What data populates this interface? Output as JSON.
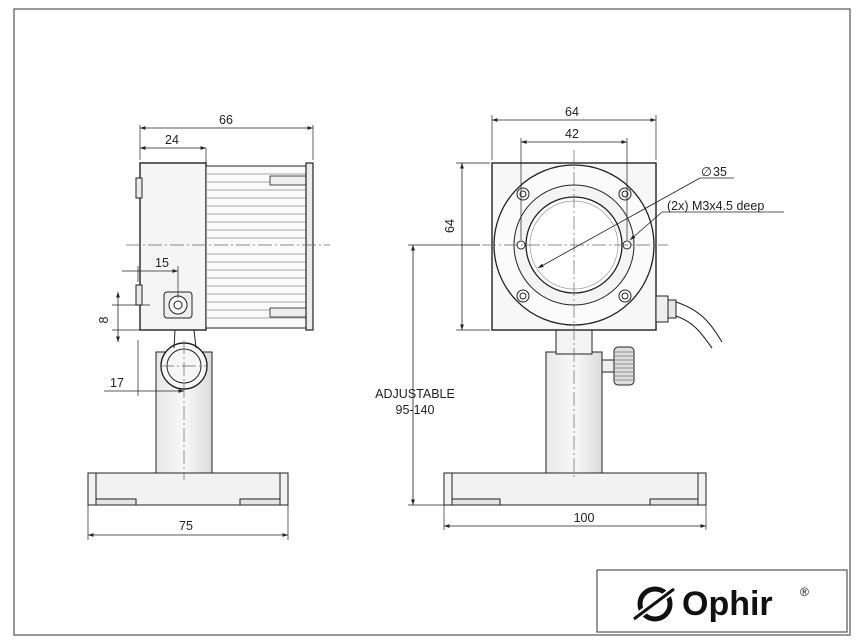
{
  "side_view": {
    "dim_overall_width": "66",
    "dim_head_depth": "24",
    "dim_stem_offset": "15",
    "dim_screw_height": "8",
    "dim_post_offset": "17",
    "dim_base_width": "75"
  },
  "front_view": {
    "dim_body_width": "64",
    "dim_hole_spacing": "42",
    "dim_body_height": "64",
    "dim_aperture": "35",
    "aperture_symbol": "∅",
    "hole_note": "(2x) M3x4.5 deep",
    "adjustable_label": "ADJUSTABLE",
    "adjustable_range": "95-140",
    "dim_base_width": "100"
  },
  "logo": {
    "name": "Ophir",
    "registered": "®"
  },
  "colors": {
    "line": "#222222",
    "fill_light": "#f4f4f4",
    "fill_mid": "#e6e6e6",
    "border": "#555555"
  }
}
